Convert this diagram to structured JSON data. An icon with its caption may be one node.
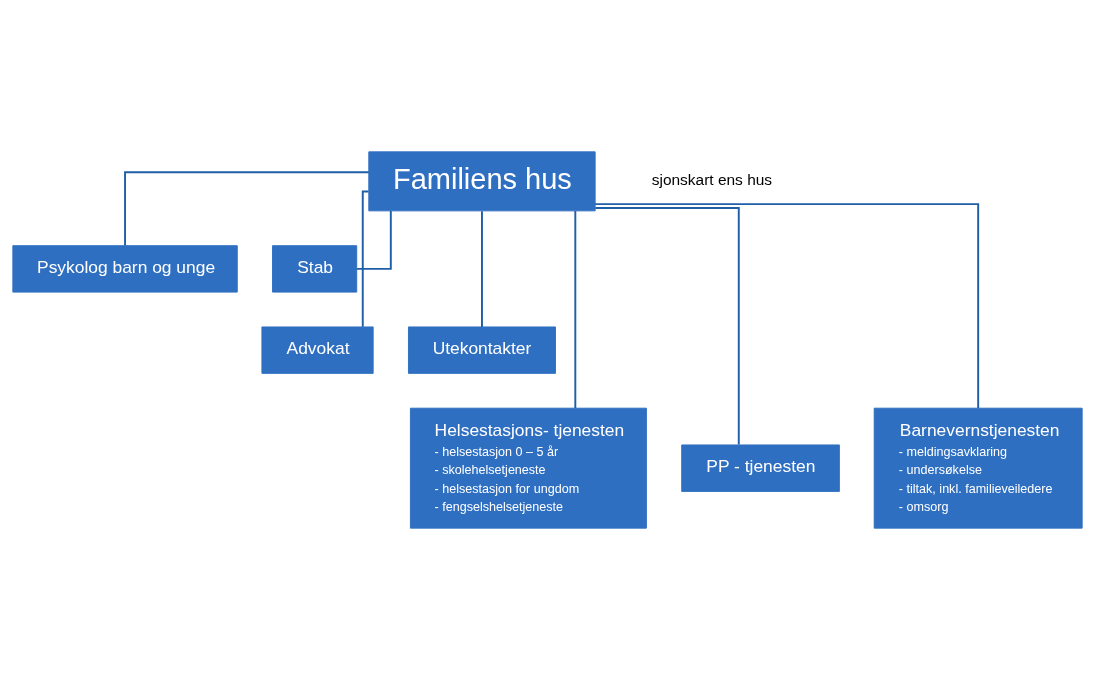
{
  "diagram": {
    "nodes": [
      {
        "text": [
          "Familiens hus"
        ]
      },
      {
        "text": [
          "Psykolog barn og unge"
        ]
      },
      {
        "text": [
          "Stab"
        ]
      },
      {
        "text": [
          "Advokat"
        ]
      },
      {
        "text": [
          "Utekontakter"
        ]
      },
      {
        "text": [
          "Helsestasjons- tjenesten",
          "- helsestasjon 0 – 5 år",
          "- skolehelsetjeneste",
          "- helsestasjon for ungdom",
          "- fengselshelsetjeneste"
        ]
      },
      {
        "text": [
          "PP - tjenesten"
        ]
      },
      {
        "text": [
          "Barnevernstjenesten",
          "- meldingsavklaring",
          "- undersøkelse",
          "- tiltak, inkl. familieveiledere",
          "- omsorg"
        ]
      }
    ],
    "edges": [
      {
        "from": 0,
        "to": 1,
        "arrow": "none"
      },
      {
        "from": 0,
        "to": 2,
        "arrow": "none"
      },
      {
        "from": 0,
        "to": 3,
        "arrow": "none"
      },
      {
        "from": 0,
        "to": 4,
        "arrow": "none"
      },
      {
        "from": 0,
        "to": 5,
        "arrow": "none"
      },
      {
        "from": 0,
        "to": 6,
        "arrow": "none"
      },
      {
        "from": 0,
        "to": 7,
        "arrow": "none"
      }
    ],
    "labels": [
      "sjonskart ens hus"
    ]
  }
}
